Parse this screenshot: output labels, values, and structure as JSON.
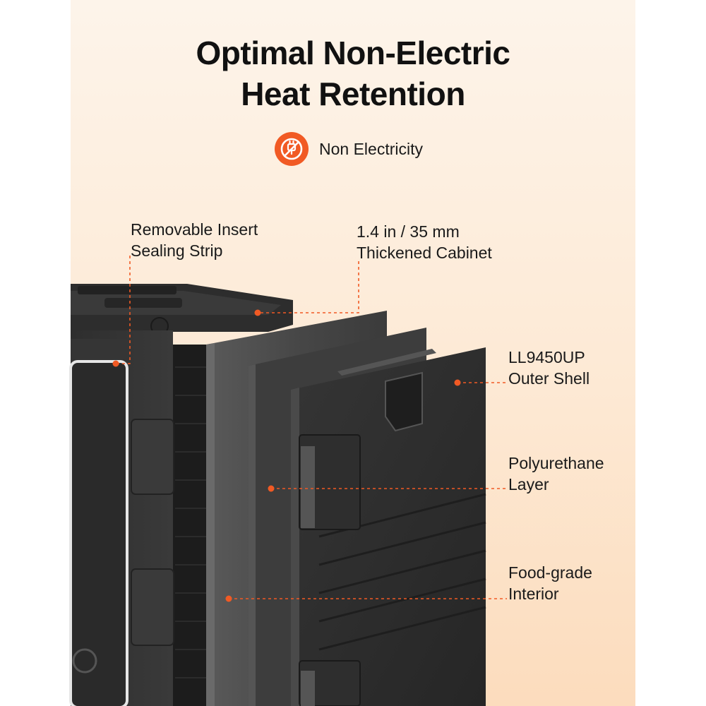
{
  "headline": {
    "line1": "Optimal Non-Electric",
    "line2": "Heat Retention"
  },
  "badge": {
    "icon": "no-plug-icon",
    "label": "Non Electricity",
    "color": "#f15a24"
  },
  "callouts": {
    "sealing_strip": {
      "line1": "Removable Insert",
      "line2": "Sealing Strip"
    },
    "cabinet": {
      "line1": "1.4 in / 35 mm",
      "line2": "Thickened Cabinet"
    },
    "outer_shell": {
      "line1": "LL9450UP",
      "line2": "Outer Shell"
    },
    "polyurethane": {
      "line1": "Polyurethane",
      "line2": "Layer"
    },
    "interior": {
      "line1": "Food-grade",
      "line2": "Interior"
    }
  },
  "colors": {
    "accent": "#f15a24",
    "product_dark": "#2b2b2b",
    "text": "#1a1a1a"
  }
}
